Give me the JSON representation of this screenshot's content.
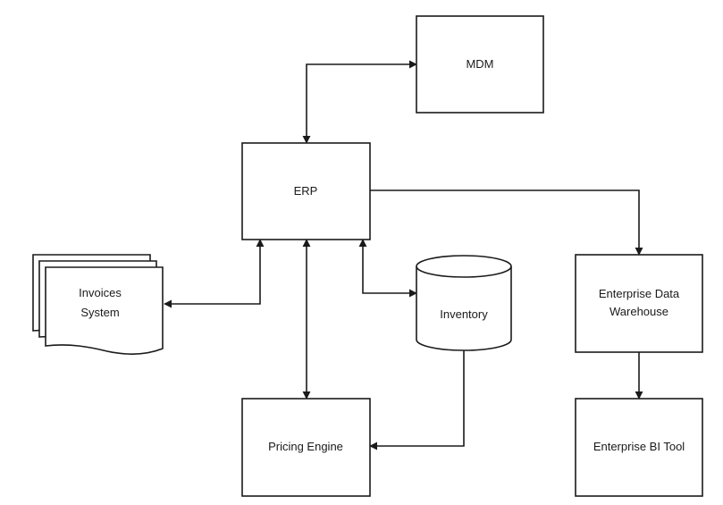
{
  "diagram": {
    "nodes": {
      "mdm": {
        "label": "MDM"
      },
      "erp": {
        "label": "ERP"
      },
      "invoices": {
        "label_line1": "Invoices",
        "label_line2": "System"
      },
      "inventory": {
        "label": "Inventory"
      },
      "edw": {
        "label_line1": "Enterprise Data",
        "label_line2": "Warehouse"
      },
      "pricing": {
        "label": "Pricing Engine"
      },
      "bi": {
        "label": "Enterprise BI Tool"
      }
    },
    "edges": [
      {
        "from": "ERP",
        "to": "MDM",
        "direction": "bidirectional"
      },
      {
        "from": "ERP",
        "to": "Invoices System",
        "direction": "bidirectional"
      },
      {
        "from": "ERP",
        "to": "Pricing Engine",
        "direction": "bidirectional"
      },
      {
        "from": "ERP",
        "to": "Inventory",
        "direction": "bidirectional"
      },
      {
        "from": "ERP",
        "to": "Enterprise Data Warehouse",
        "direction": "forward"
      },
      {
        "from": "Inventory",
        "to": "Pricing Engine",
        "direction": "forward"
      },
      {
        "from": "Enterprise Data Warehouse",
        "to": "Enterprise BI Tool",
        "direction": "forward"
      }
    ],
    "colors": {
      "stroke": "#1a1a1a",
      "fill": "#ffffff",
      "text": "#1a1a1a"
    }
  }
}
